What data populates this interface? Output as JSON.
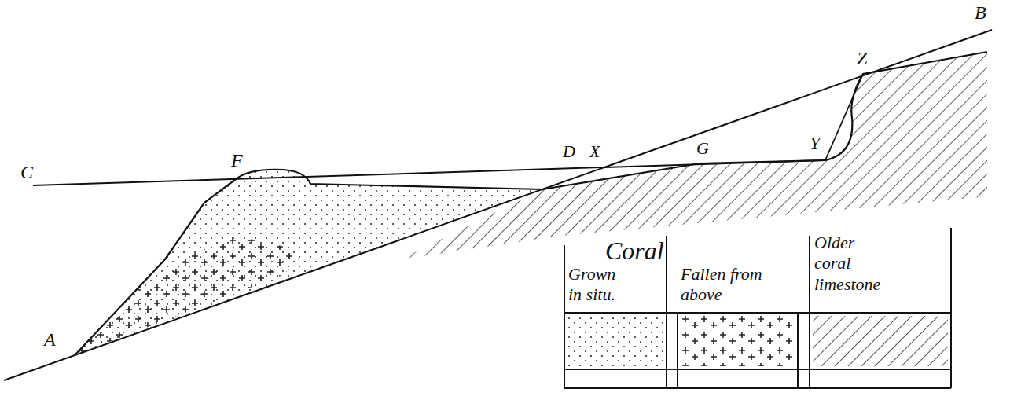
{
  "diagram": {
    "labels": [
      "B",
      "Z",
      "C",
      "F",
      "D",
      "X",
      "G",
      "Y",
      "A",
      "Coral"
    ],
    "legend": [
      {
        "text": "Grown in situ."
      },
      {
        "text": "Fallen from above"
      },
      {
        "text": "Older coral limestone"
      }
    ]
  }
}
